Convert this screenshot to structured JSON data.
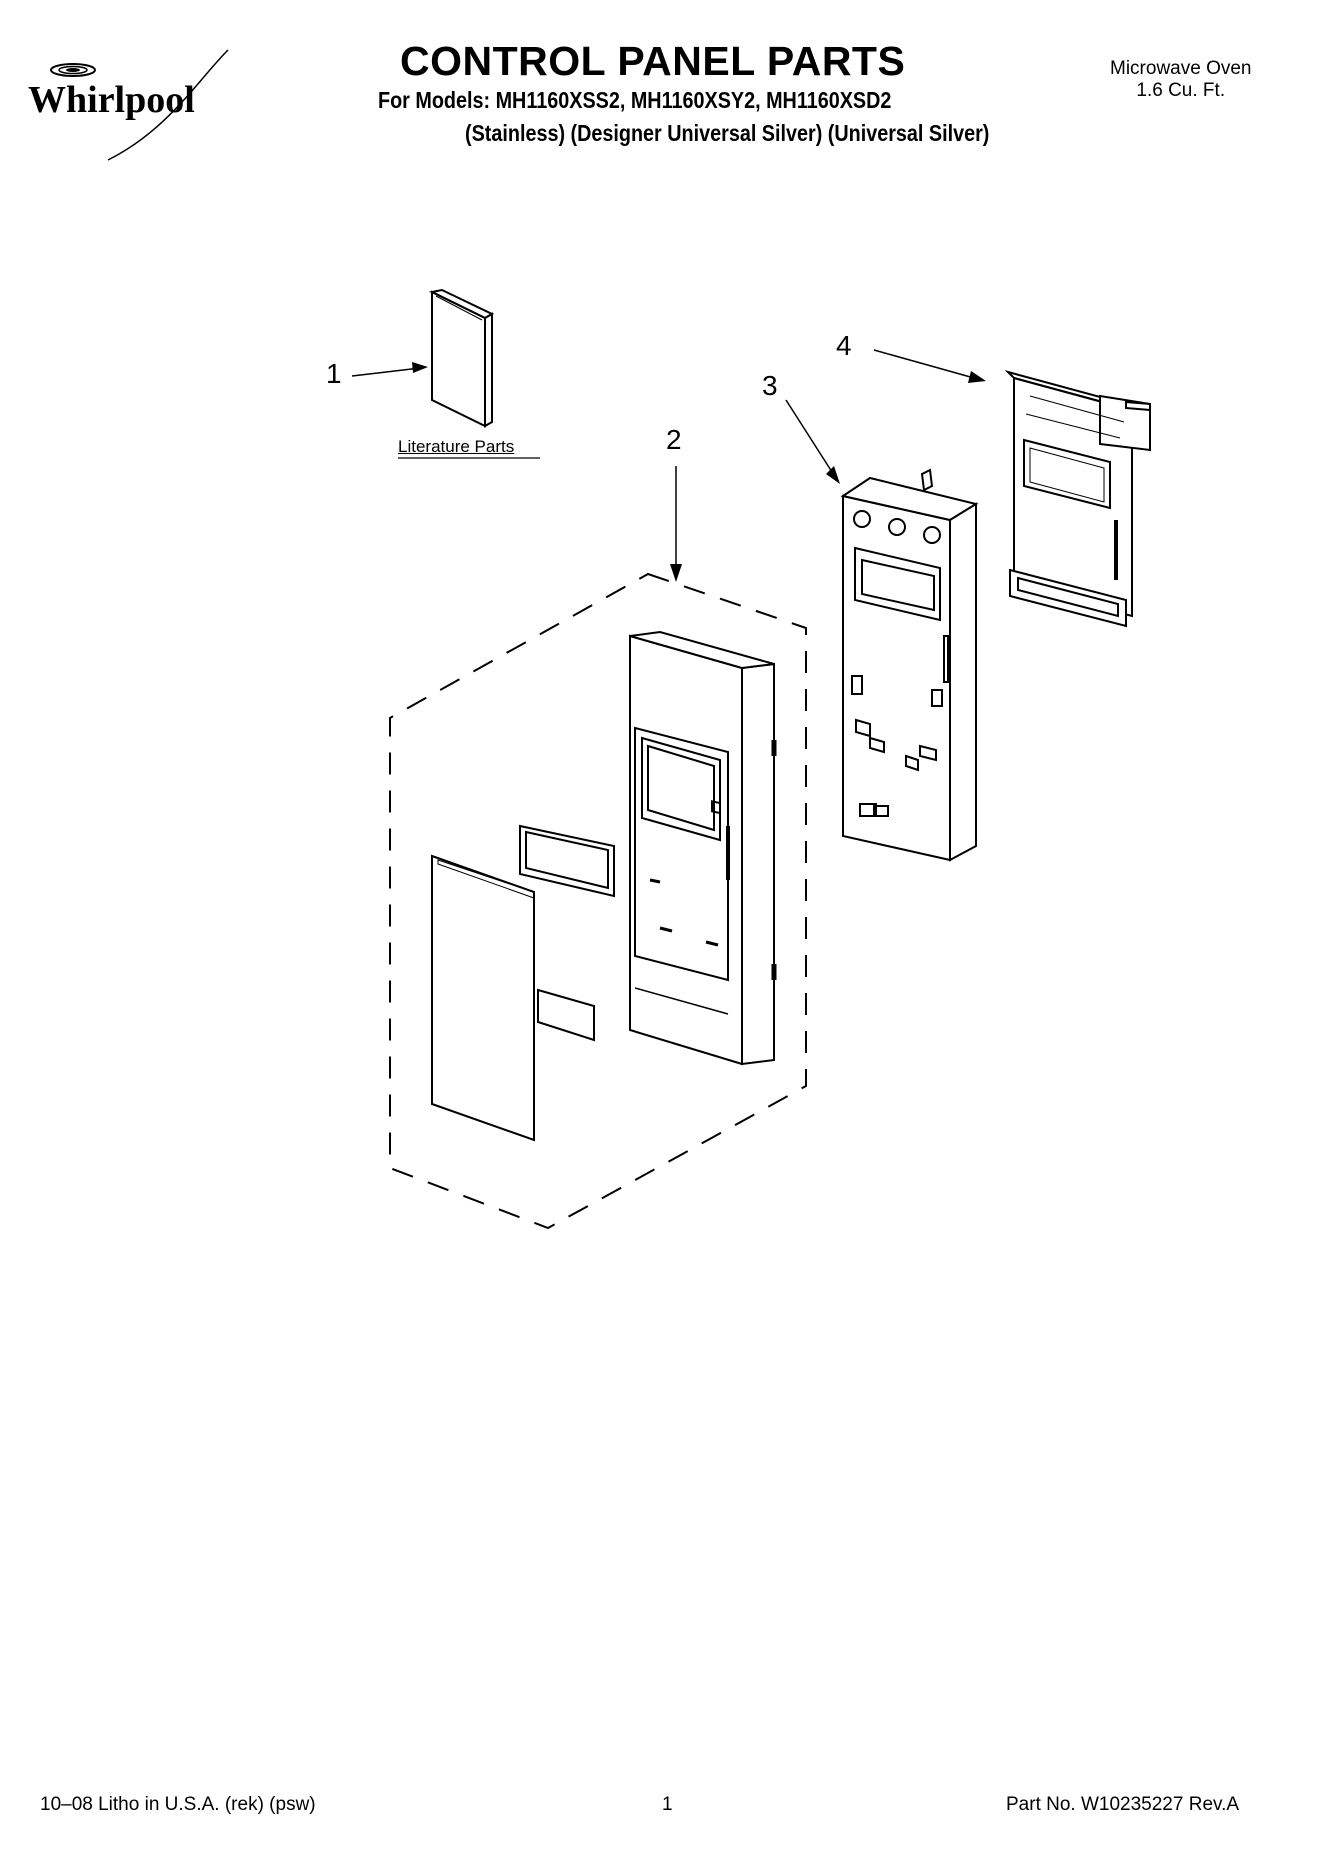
{
  "brand": "Whirlpool",
  "header": {
    "title": "CONTROL PANEL PARTS",
    "models": "For Models: MH1160XSS2, MH1160XSY2, MH1160XSD2",
    "variants": "(Stainless) (Designer Universal Silver) (Universal Silver)",
    "product_line1": "Microwave Oven",
    "product_line2": "1.6 Cu. Ft."
  },
  "diagram": {
    "callouts": [
      "1",
      "2",
      "3",
      "4"
    ],
    "literature_label": "Literature Parts"
  },
  "footer": {
    "litho": "10–08 Litho in U.S.A. (rek) (psw)",
    "page": "1",
    "part_no": "Part No. W10235227 Rev.A"
  }
}
